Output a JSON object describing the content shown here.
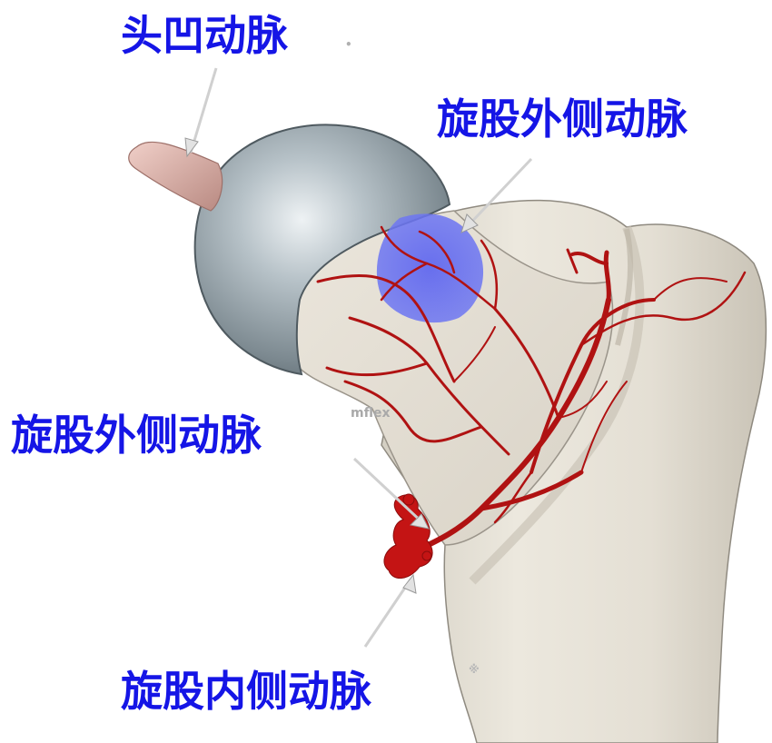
{
  "labels": {
    "head_artery": "头凹动脉",
    "lateral_circumflex_top": "旋股外侧动脉",
    "lateral_circumflex_left": "旋股外侧动脉",
    "medial_circumflex": "旋股内侧动脉"
  },
  "faint_text": {
    "circumflex": "mflex",
    "speck_top": "•",
    "speck_bottom": "※"
  },
  "colors": {
    "label": "#1515e6",
    "bone": "#e6e1d6",
    "femoral_head": "#9aa6ad",
    "artery": "#b01212",
    "highlight": "#5566ee",
    "ligament": "#d9a8a0",
    "pointer": "#cfcfcf"
  }
}
